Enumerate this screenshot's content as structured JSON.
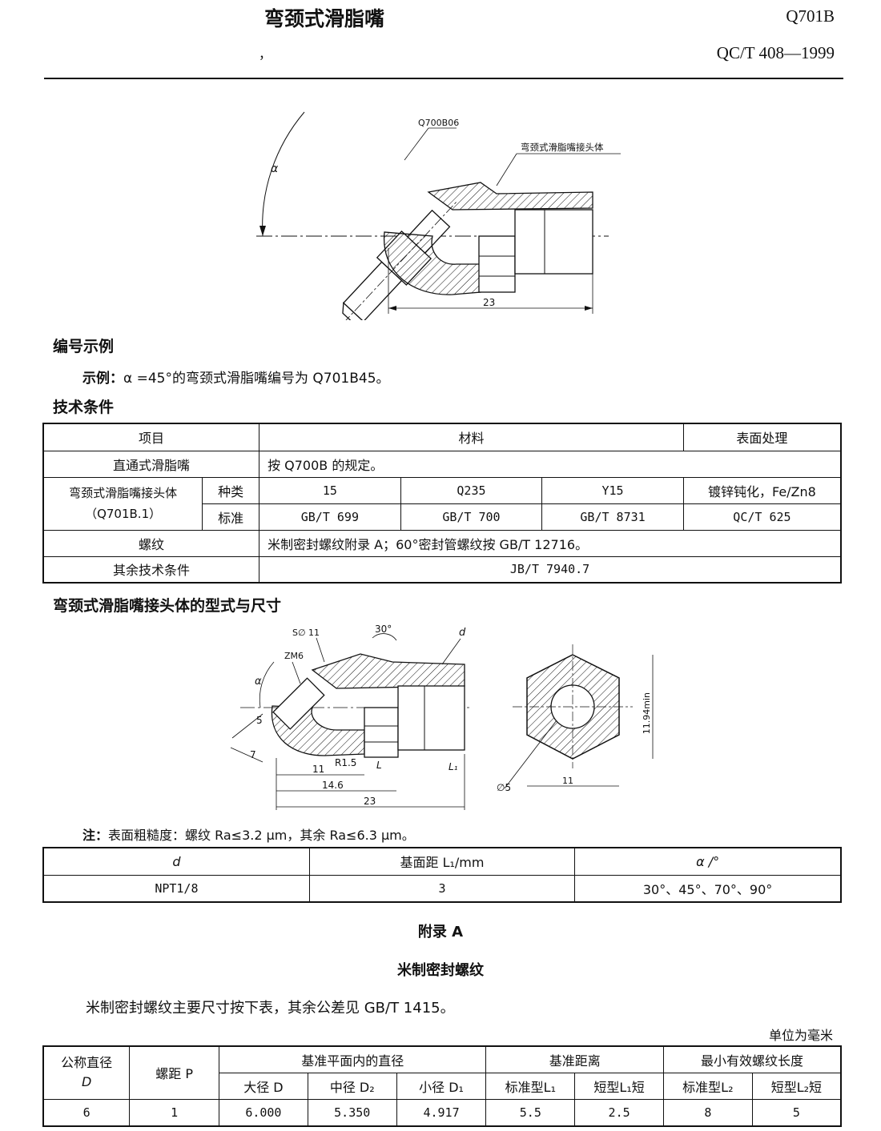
{
  "header": {
    "title": "弯颈式滑脂嘴",
    "code": "Q701B",
    "mark": "，",
    "standard": "QC/T 408—1999"
  },
  "figure1": {
    "label_part": "Q700B06",
    "label_body": "弯颈式滑脂嘴接头体",
    "angle": "α",
    "dim": "23"
  },
  "numbering": {
    "heading": "编号示例",
    "example_label": "示例：",
    "example_text": "α =45°的弯颈式滑脂嘴编号为 Q701B45。"
  },
  "tech": {
    "heading": "技术条件",
    "h_item": "项目",
    "h_material": "材料",
    "h_surface": "表面处理",
    "r1_item": "直通式滑脂嘴",
    "r1_value": "按 Q700B 的规定。",
    "r2_item_a": "弯颈式滑脂嘴接头体",
    "r2_item_b": "（Q701B.1）",
    "r2_kind": "种类",
    "r2_m1": "15",
    "r2_m2": "Q235",
    "r2_m3": "Y15",
    "r2_surface": "镀锌钝化，Fe/Zn8",
    "r3_std": "标准",
    "r3_m1": "GB/T 699",
    "r3_m2": "GB/T 700",
    "r3_m3": "GB/T 8731",
    "r3_surface": "QC/T 625",
    "r4_item": "螺纹",
    "r4_value": "米制密封螺纹附录 A；60°密封管螺纹按 GB/T 12716。",
    "r5_item": "其余技术条件",
    "r5_value": "JB/T 7940.7"
  },
  "body_dims": {
    "heading": "弯颈式滑脂嘴接头体的型式与尺寸",
    "s_dia": "S∅ 11",
    "angle30": "30°",
    "d": "d",
    "zm6": "ZM6",
    "alpha": "α",
    "d5": "5",
    "d7": "7",
    "d11": "11",
    "r15": "R1.5",
    "L": "L",
    "L1": "L₁",
    "d146": "14.6",
    "d23": "23",
    "dia5": "∅5",
    "hex11": "11",
    "hexh": "11.94min"
  },
  "note": {
    "label": "注：",
    "text": "表面粗糙度：螺纹 Ra≤3.2 μm，其余 Ra≤6.3 μm。"
  },
  "table2": {
    "h1": "d",
    "h2": "基面距 L₁/mm",
    "h3": "α /°",
    "v1": "NPT1/8",
    "v2": "3",
    "v3": "30°、45°、70°、90°"
  },
  "appendix": {
    "title": "附录 A",
    "subtitle": "米制密封螺纹",
    "text": "米制密封螺纹主要尺寸按下表，其余公差见 GB/T 1415。",
    "units": "单位为毫米"
  },
  "table3": {
    "h_nominal_a": "公称直径",
    "h_nominal_b": "D",
    "h_pitch": "螺距 P",
    "h_dia_group": "基准平面内的直径",
    "h_dist_group": "基准距离",
    "h_len_group": "最小有效螺纹长度",
    "h_major": "大径 D",
    "h_pitch_dia": "中径 D₂",
    "h_minor": "小径 D₁",
    "h_std_L1": "标准型L₁",
    "h_short_L1": "短型L₁短",
    "h_std_L2": "标准型L₂",
    "h_short_L2": "短型L₂短",
    "row": [
      "6",
      "1",
      "6.000",
      "5.350",
      "4.917",
      "5.5",
      "2.5",
      "8",
      "5"
    ]
  }
}
